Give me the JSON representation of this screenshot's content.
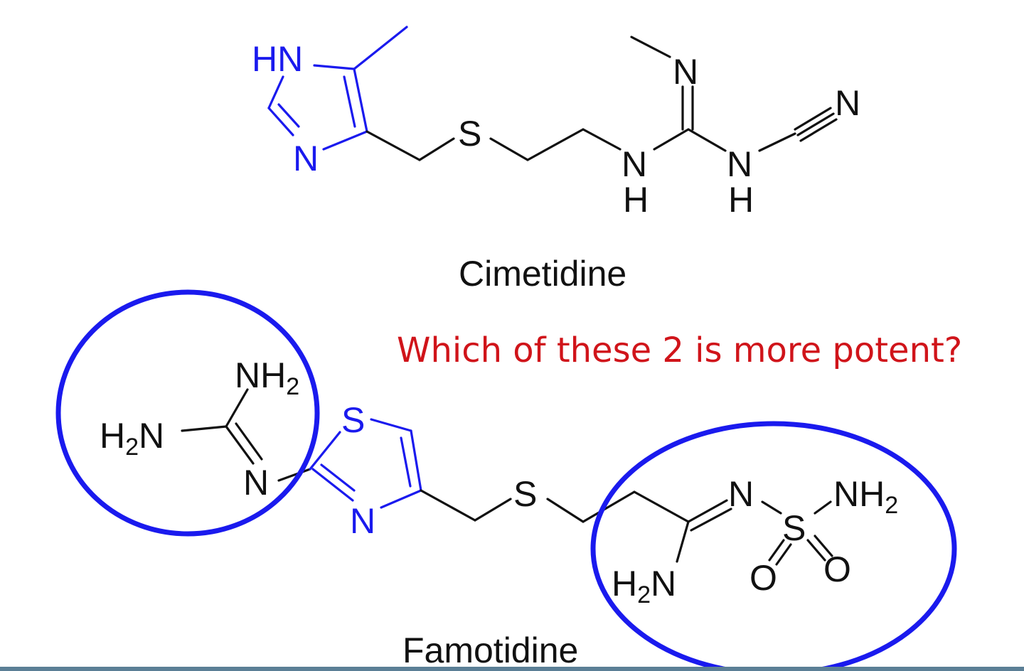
{
  "question": "Which of these 2 is more potent?",
  "molecules": {
    "cimetidine": {
      "name": "Cimetidine",
      "atoms": {
        "hn_imidazole": "HN",
        "n_imidazole": "N",
        "s_thioether": "S",
        "n_imine": "N",
        "n_nitrile": "N",
        "n_amine_1": "N",
        "h_amine_1": "H",
        "n_amine_2": "N",
        "h_amine_2": "H"
      }
    },
    "famotidine": {
      "name": "Famotidine",
      "atoms": {
        "h2n_left": "H",
        "h2n_left_sub": "2",
        "h2n_left_n": "N",
        "nh2_top": "NH",
        "nh2_top_sub": "2",
        "n_guanidine": "N",
        "s_thiazole": "S",
        "n_thiazole": "N",
        "s_thioether": "S",
        "n_sulfonyl": "N",
        "s_sulfonyl": "S",
        "nh2_sulfonyl": "NH",
        "nh2_sulfonyl_sub": "2",
        "o_left": "O",
        "o_right": "O",
        "h2n_amidine": "H",
        "h2n_amidine_sub": "2",
        "h2n_amidine_n": "N"
      }
    }
  },
  "colors": {
    "highlight_blue": "#1a1aee",
    "question_red": "#d0141a",
    "structure_black": "#111111"
  }
}
